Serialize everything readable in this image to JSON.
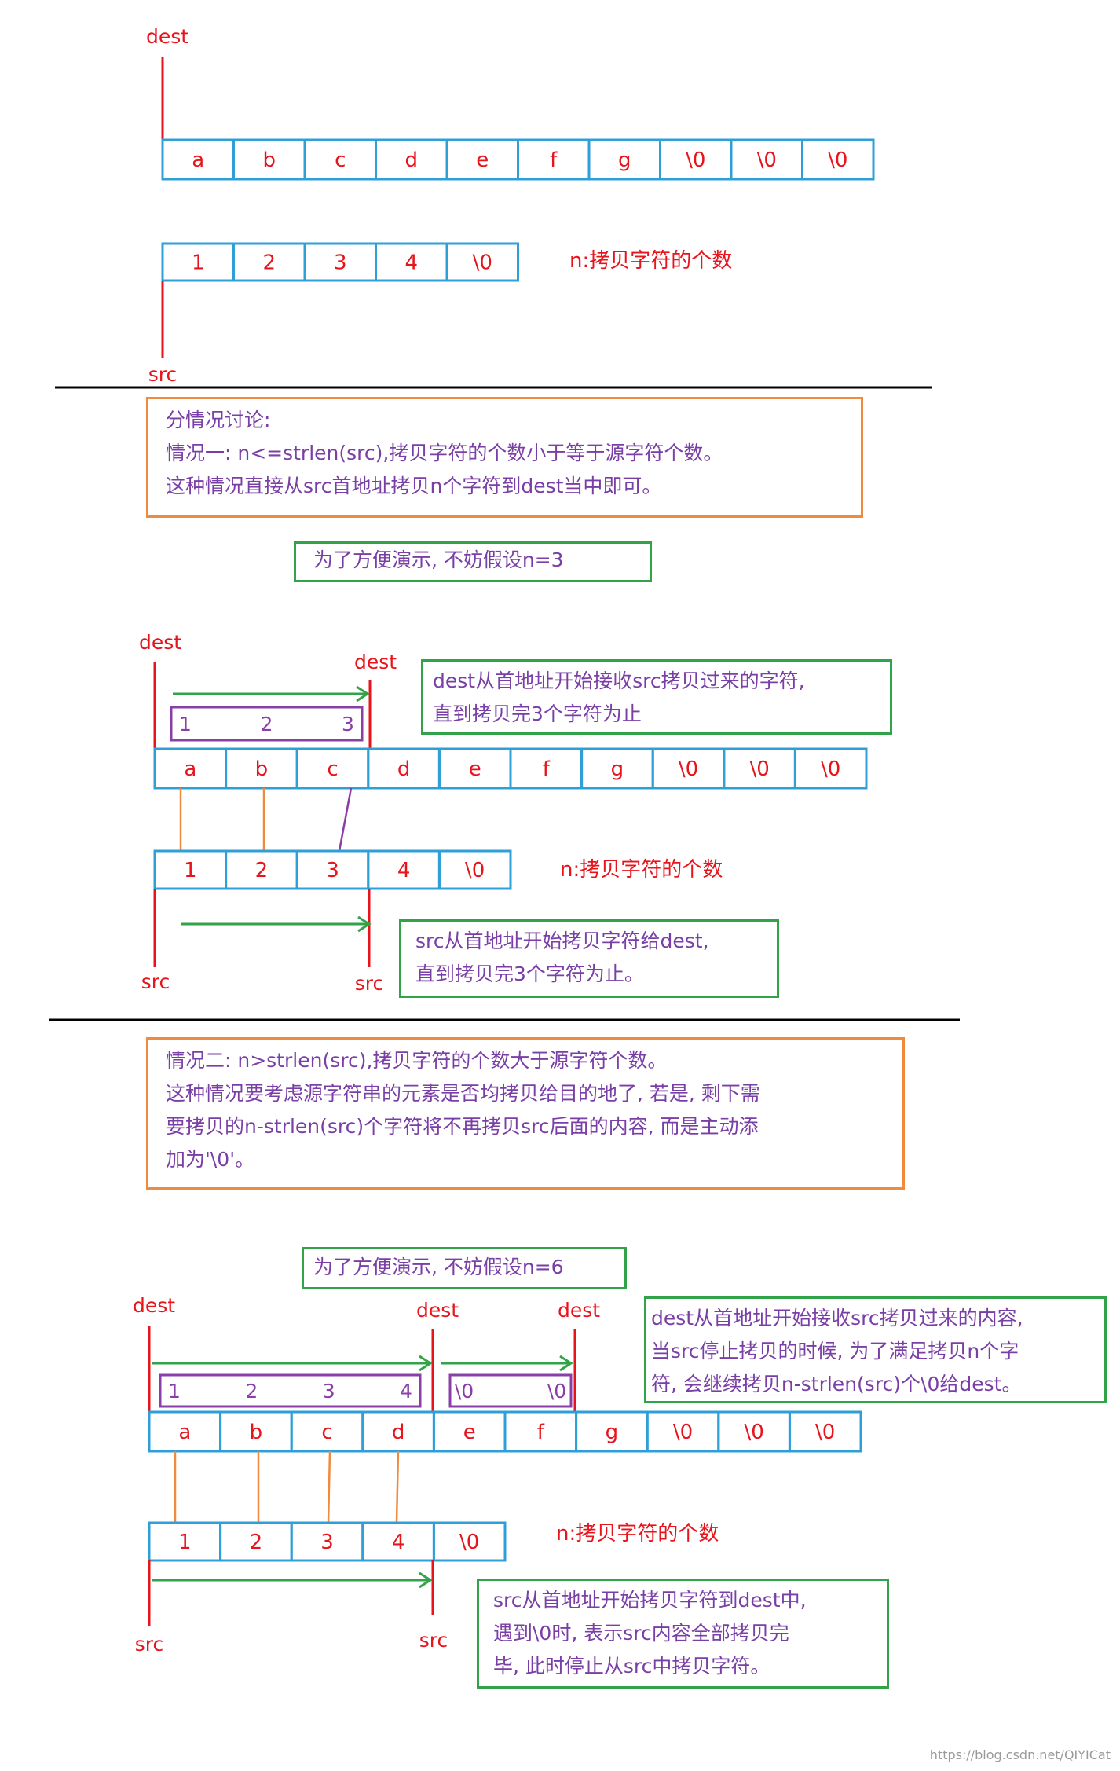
{
  "labels": {
    "dest": "dest",
    "src": "src",
    "n_caption": "n:拷贝字符的个数"
  },
  "dest_cells": [
    "a",
    "b",
    "c",
    "d",
    "e",
    "f",
    "g",
    "\\0",
    "\\0",
    "\\0"
  ],
  "src_cells": [
    "1",
    "2",
    "3",
    "4",
    "\\0"
  ],
  "copy_a": [
    "1",
    "2",
    "3"
  ],
  "copy_b": [
    "1",
    "2",
    "3",
    "4"
  ],
  "copy_b_nul": [
    "\\0",
    "\\0"
  ],
  "notes": {
    "case1": [
      "分情况讨论:",
      "情况一: n<=strlen(src),拷贝字符的个数小于等于源字符个数。",
      "这种情况直接从src首地址拷贝n个字符到dest当中即可。"
    ],
    "n3": [
      "为了方便演示, 不妨假设n=3"
    ],
    "dest_recv_3": [
      "dest从首地址开始接收src拷贝过来的字符,",
      "直到拷贝完3个字符为止"
    ],
    "src_copy_3": [
      "src从首地址开始拷贝字符给dest,",
      "直到拷贝完3个字符为止。"
    ],
    "case2": [
      "情况二: n>strlen(src),拷贝字符的个数大于源字符个数。",
      "这种情况要考虑源字符串的元素是否均拷贝给目的地了, 若是, 剩下需",
      "要拷贝的n-strlen(src)个字符将不再拷贝src后面的内容, 而是主动添",
      "加为'\\0'。"
    ],
    "n6": [
      "为了方便演示, 不妨假设n=6"
    ],
    "dest_recv_6": [
      "dest从首地址开始接收src拷贝过来的内容,",
      "当src停止拷贝的时候, 为了满足拷贝n个字",
      "符, 会继续拷贝n-strlen(src)个\\0给dest。"
    ],
    "src_copy_6": [
      "src从首地址开始拷贝字符到dest中,",
      "遇到\\0时, 表示src内容全部拷贝完",
      "毕, 此时停止从src中拷贝字符。"
    ]
  },
  "watermark": "https://blog.csdn.net/QIYICat",
  "colors": {
    "cell_border": "#2f9fd8",
    "pointer": "#e8141c",
    "text_red": "#e8141c",
    "note_text": "#7a3fa6",
    "orange": "#f08a3c",
    "green": "#33a34a",
    "purple": "#8a3fa8"
  }
}
